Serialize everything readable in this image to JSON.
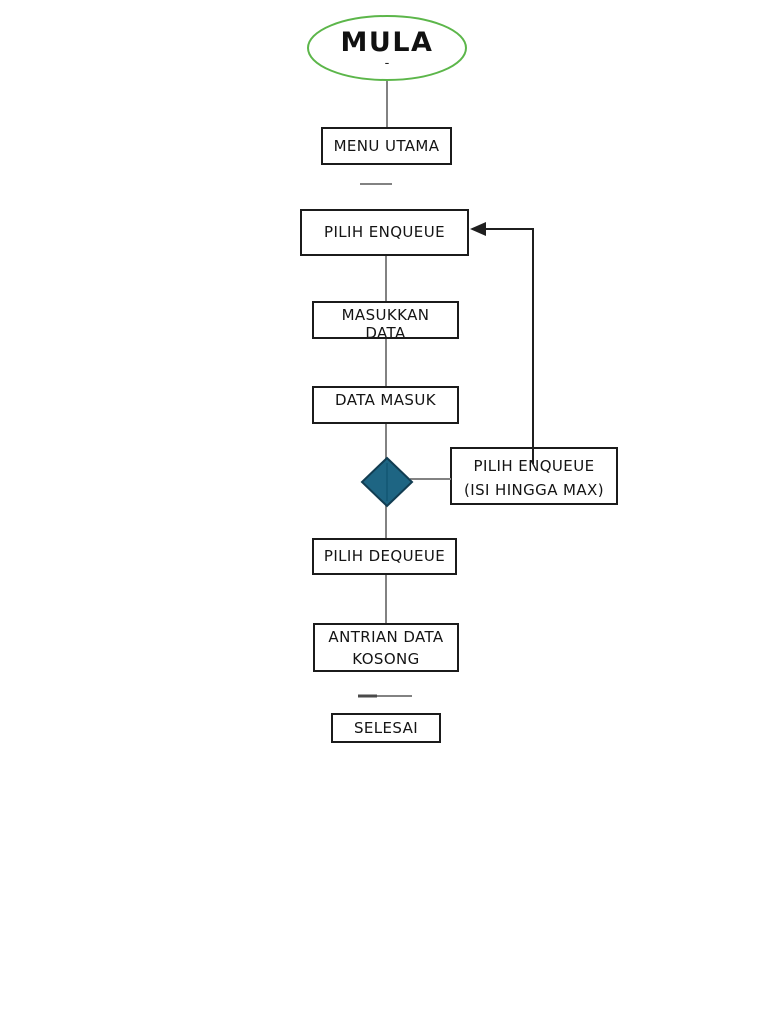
{
  "flowchart": {
    "nodes": {
      "start": {
        "label": "MULA",
        "sub": "-"
      },
      "menu_utama": {
        "label": "MENU UTAMA"
      },
      "pilih_enqueue": {
        "label": "PILIH ENQUEUE"
      },
      "masukkan_data": {
        "line1": "MASUKKAN",
        "line2": "DATA"
      },
      "data_masuk": {
        "label": "DATA MASUK"
      },
      "pilih_enqueue_max": {
        "line1": "PILIH ENQUEUE",
        "line2": "(ISI HINGGA MAX)"
      },
      "pilih_dequeue": {
        "label": "PILIH DEQUEUE"
      },
      "antrian_data_kosong": {
        "line1": "ANTRIAN DATA",
        "line2": "KOSONG"
      },
      "selesai": {
        "label": "SELESAI"
      }
    },
    "colors": {
      "start_green": "#5cb64a",
      "diamond_fill": "#1e6583",
      "diamond_stroke": "#123d52",
      "diamond_inner": "#155a77",
      "connector": "#828282",
      "connector_dark": "#4a4a4a",
      "loop": "#1f1f1f"
    }
  }
}
